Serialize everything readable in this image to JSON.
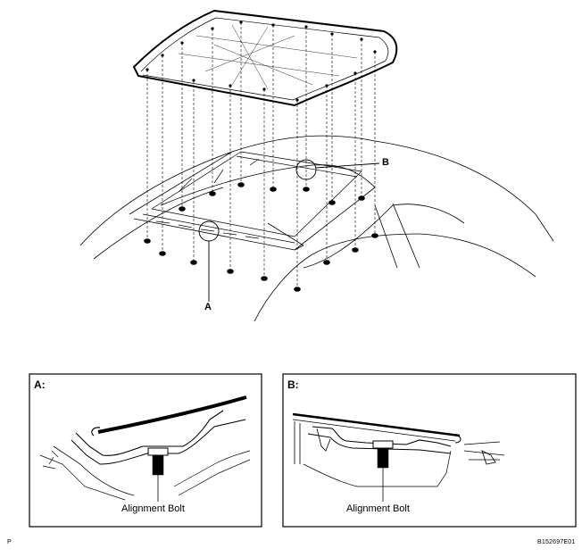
{
  "main_diagram": {
    "callout_a": "A",
    "callout_b": "B"
  },
  "detail_panels": [
    {
      "title": "A:",
      "caption": "Alignment Bolt"
    },
    {
      "title": "B:",
      "caption": "Alignment Bolt"
    }
  ],
  "footer": {
    "page_marker": "P",
    "figure_code": "B152697E01"
  },
  "colors": {
    "line": "#000000",
    "background": "#ffffff"
  }
}
